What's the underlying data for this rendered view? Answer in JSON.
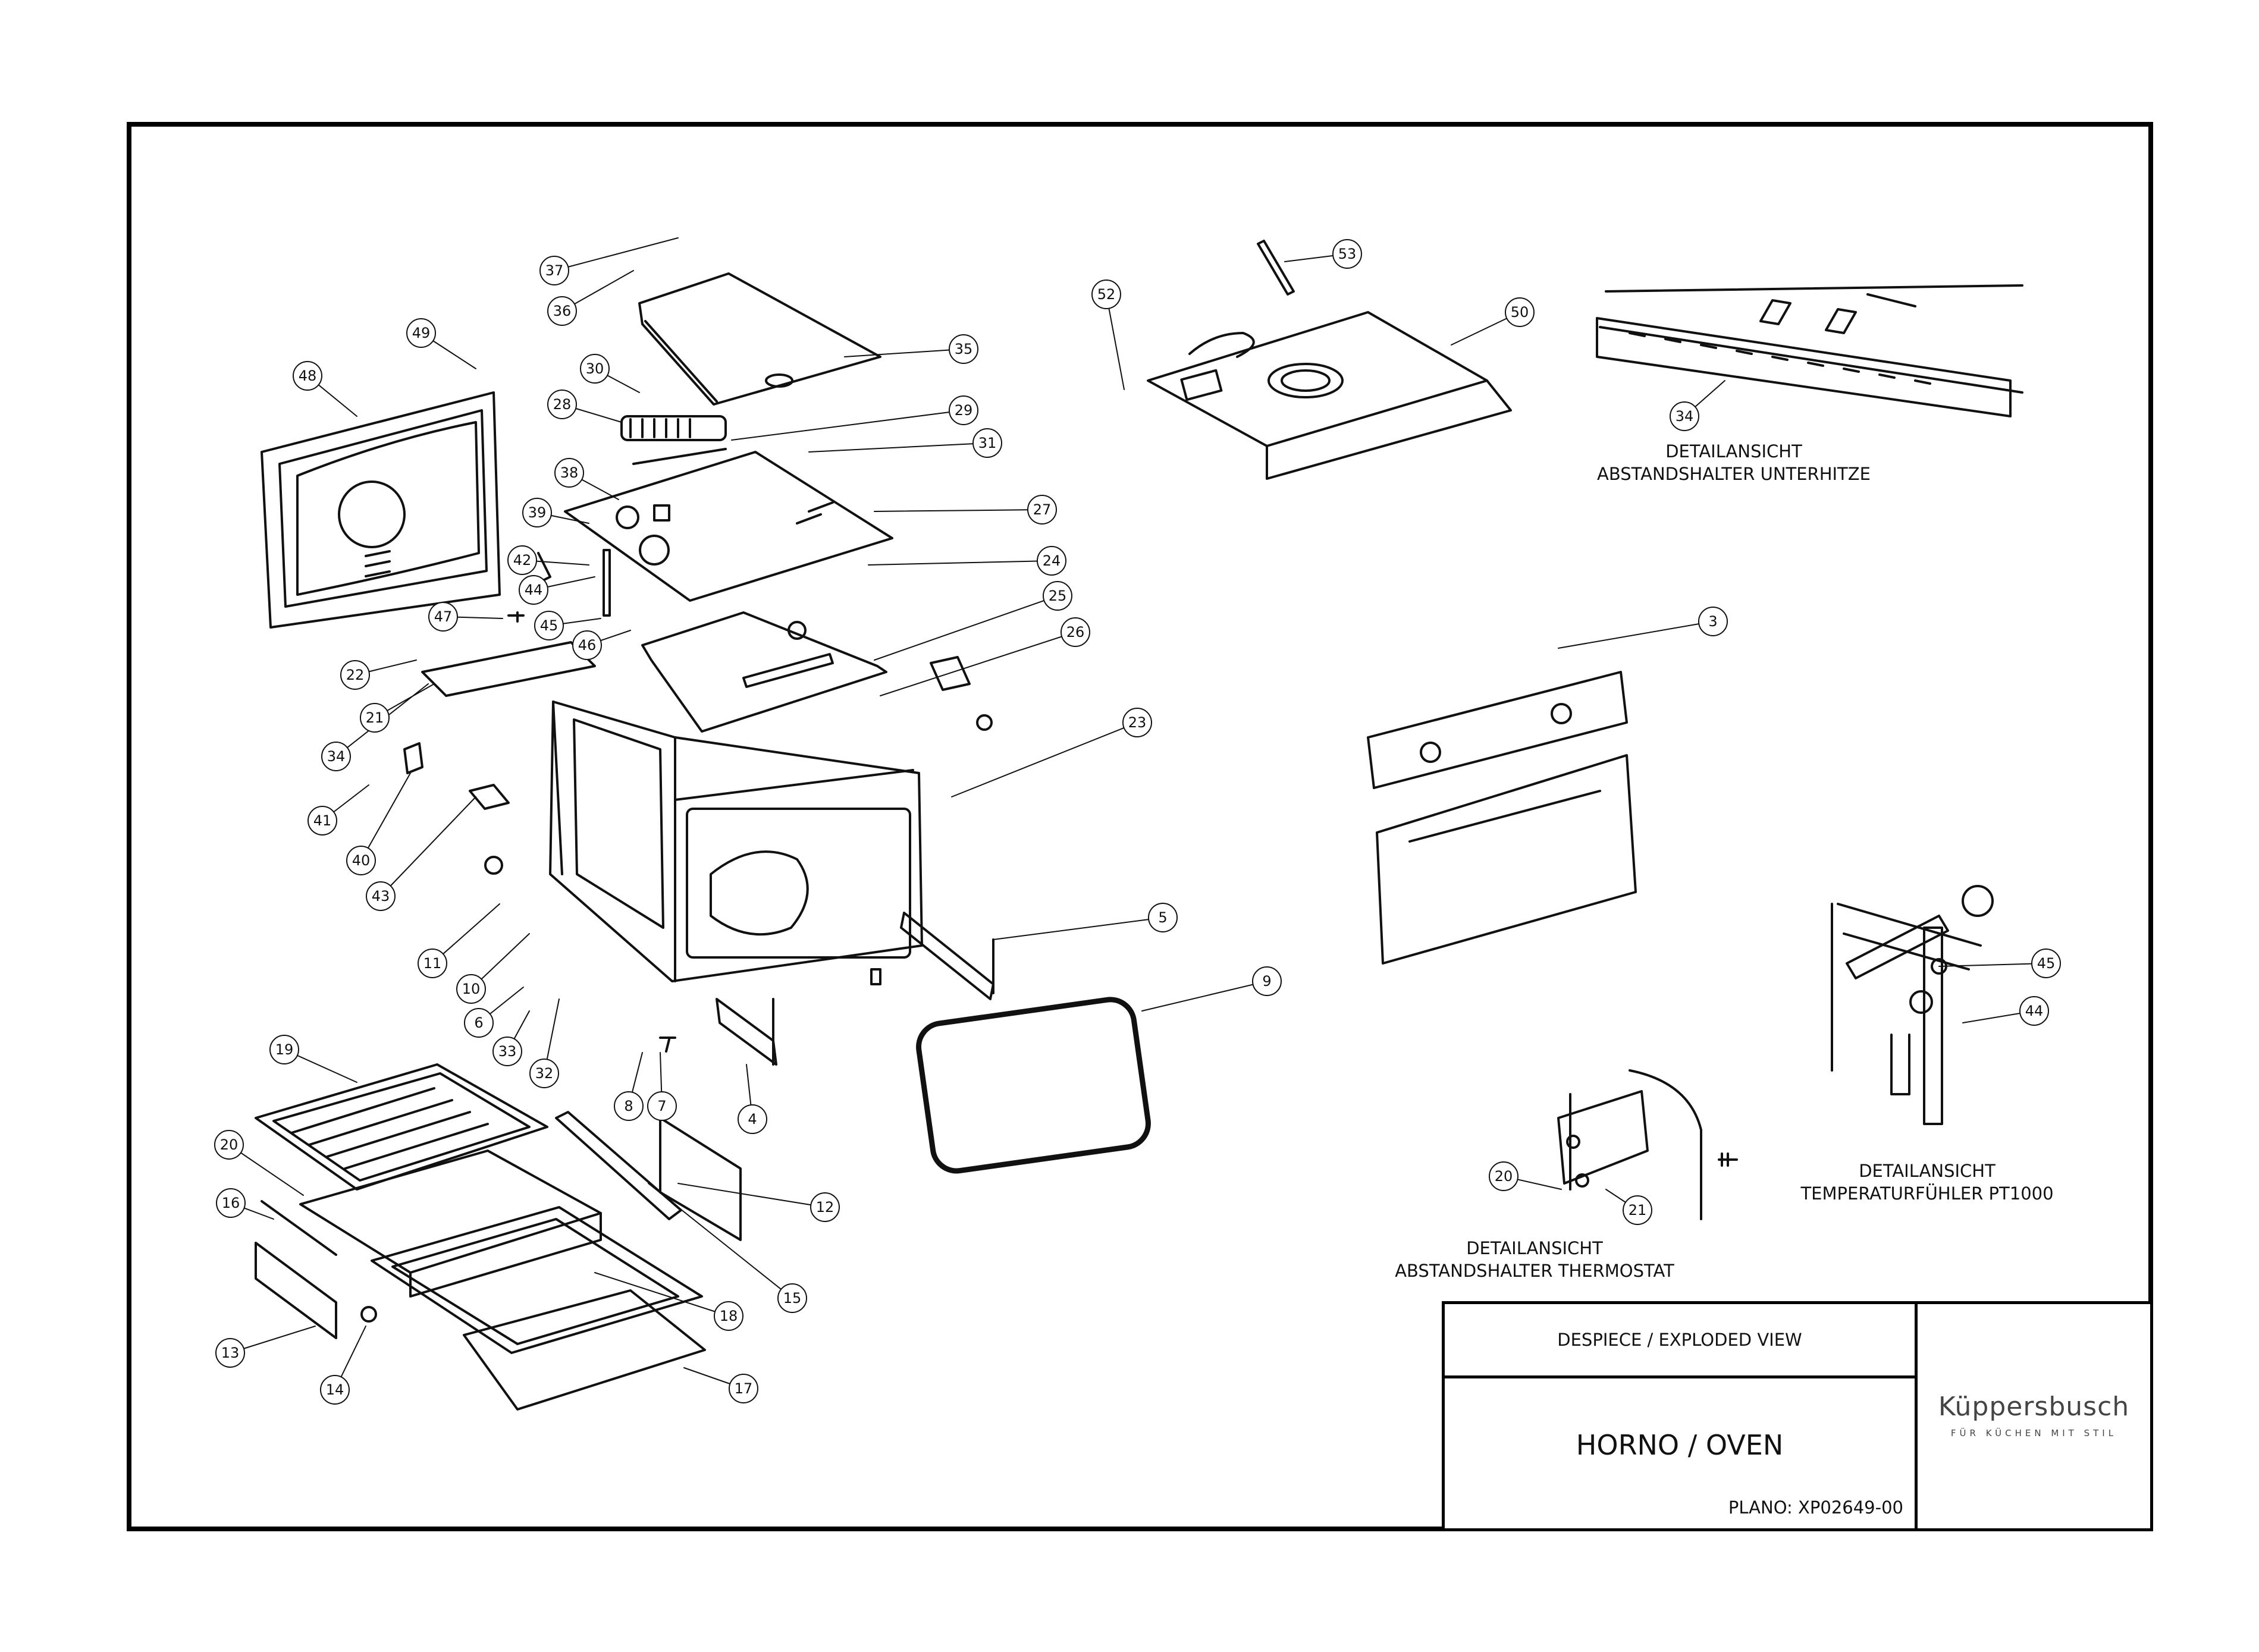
{
  "title_block": {
    "view_label": "DESPIECE / EXPLODED VIEW",
    "product_label": "HORNO / OVEN",
    "drawing_number": "PLANO:  XP02649-00"
  },
  "brand": {
    "name": "Küppersbusch",
    "tagline": "FÜR KÜCHEN MIT STIL"
  },
  "detail_captions": {
    "lower_heat_spacer": [
      "DETAILANSICHT",
      "ABSTANDSHALTER UNTERHITZE"
    ],
    "temperature_sensor": [
      "DETAILANSICHT",
      "TEMPERATURFÜHLER PT1000"
    ],
    "thermostat_spacer": [
      "DETAILANSICHT",
      "ABSTANDSHALTER THERMOSTAT"
    ]
  },
  "part_callouts": [
    "37",
    "36",
    "35",
    "49",
    "48",
    "30",
    "28",
    "29",
    "31",
    "38",
    "39",
    "27",
    "42",
    "44",
    "24",
    "25",
    "47",
    "45",
    "46",
    "26",
    "22",
    "21",
    "34",
    "23",
    "41",
    "40",
    "43",
    "11",
    "10",
    "6",
    "33",
    "32",
    "5",
    "9",
    "19",
    "8",
    "7",
    "4",
    "20",
    "16",
    "12",
    "15",
    "18",
    "13",
    "14",
    "17",
    "52",
    "53",
    "50",
    "34",
    "3",
    "45",
    "44",
    "20",
    "21"
  ],
  "colors": {
    "ink": "#111111",
    "frame": "#000000",
    "paper": "#ffffff",
    "brand": "#444444"
  }
}
